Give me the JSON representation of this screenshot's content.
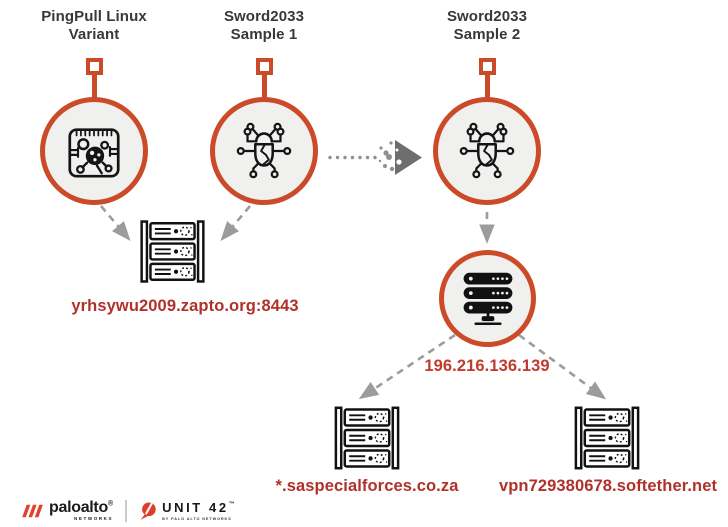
{
  "figure": {
    "description": "Malware C2 infrastructure relationship diagram"
  },
  "title_labels": {
    "pingpull": {
      "line1": "PingPull Linux",
      "line2": "Variant"
    },
    "sample1": {
      "line1": "Sword2033",
      "line2": "Sample 1"
    },
    "sample2": {
      "line1": "Sword2033",
      "line2": "Sample 2"
    }
  },
  "infrastructure_labels": {
    "zapto": "yrhsywu2009.zapto.org:8443",
    "ip": "196.216.136.139",
    "saspecialforces": "*.saspecialforces.co.za",
    "softether": "vpn729380678.softether.net"
  },
  "icons": {
    "pingpull_node": "chip-malware-icon",
    "sample1_node": "bug-circuit-icon",
    "sample2_node": "bug-circuit-icon",
    "c2_node": "server-stack-icon",
    "endpoints": "server-rack-icon",
    "node_marker": "map-pin-square-icon"
  },
  "footer": {
    "paloalto": {
      "name": "paloalto",
      "registered": "®",
      "sub": "NETWORKS"
    },
    "unit42": {
      "name": "UNIT 42",
      "trademark": "™",
      "sub": "BY PALO ALTO NETWORKS"
    }
  },
  "colors": {
    "node_border": "#cb4a28",
    "node_fill": "#f0f0ee",
    "arrow_gray": "#9c9c9c",
    "arrow_dark": "#6e6e6e",
    "title_text": "#383838",
    "domain_red": "#b0312a",
    "ip_red": "#c23a2b",
    "brand_red": "#dd3e2b"
  }
}
